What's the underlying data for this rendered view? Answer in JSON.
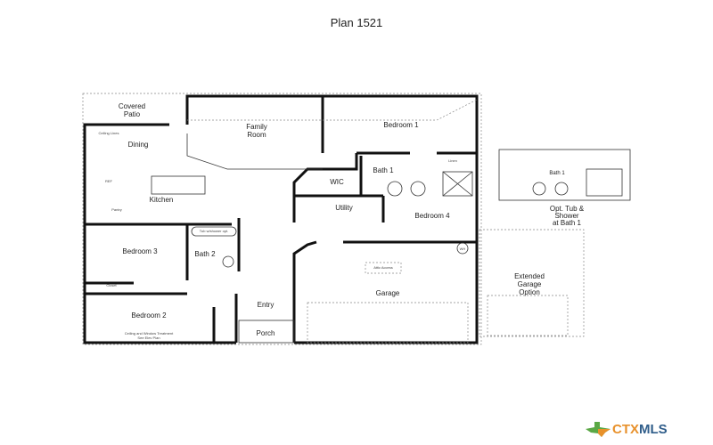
{
  "title": "Plan 1521",
  "rooms": {
    "covered_patio": [
      "Covered",
      "Patio"
    ],
    "family_room": [
      "Family",
      "Room"
    ],
    "bedroom1": "Bedroom 1",
    "dining": "Dining",
    "kitchen": "Kitchen",
    "bath1": "Bath 1",
    "wic": "WIC",
    "utility": "Utility",
    "bedroom4": "Bedroom 4",
    "bedroom3": "Bedroom 3",
    "bath2": "Bath 2",
    "bedroom2": "Bedroom 2",
    "entry": "Entry",
    "porch": "Porch",
    "garage": "Garage",
    "extended_garage": [
      "Extended",
      "Garage",
      "Option"
    ],
    "opt_bath": [
      "Opt. Tub &",
      "Shower",
      "at Bath 1"
    ],
    "opt_bath1": "Bath 1"
  },
  "notes": {
    "ceiling_lines": "Ceiling Lines",
    "ref": "REF",
    "pantry": "Pantry",
    "tub": "Tub w/shower opt.",
    "closet": "Closet",
    "linen": "Linen",
    "attic": "Attic Access",
    "wh": "WH",
    "bed2_note": [
      "Ceiling and Window Treatment",
      "See Elev Plan"
    ]
  },
  "logo": {
    "ctx": "CTX",
    "mls": "MLS",
    "colors": {
      "orange": "#e8912b",
      "blue": "#2f5d8a",
      "green": "#5aa845"
    }
  }
}
